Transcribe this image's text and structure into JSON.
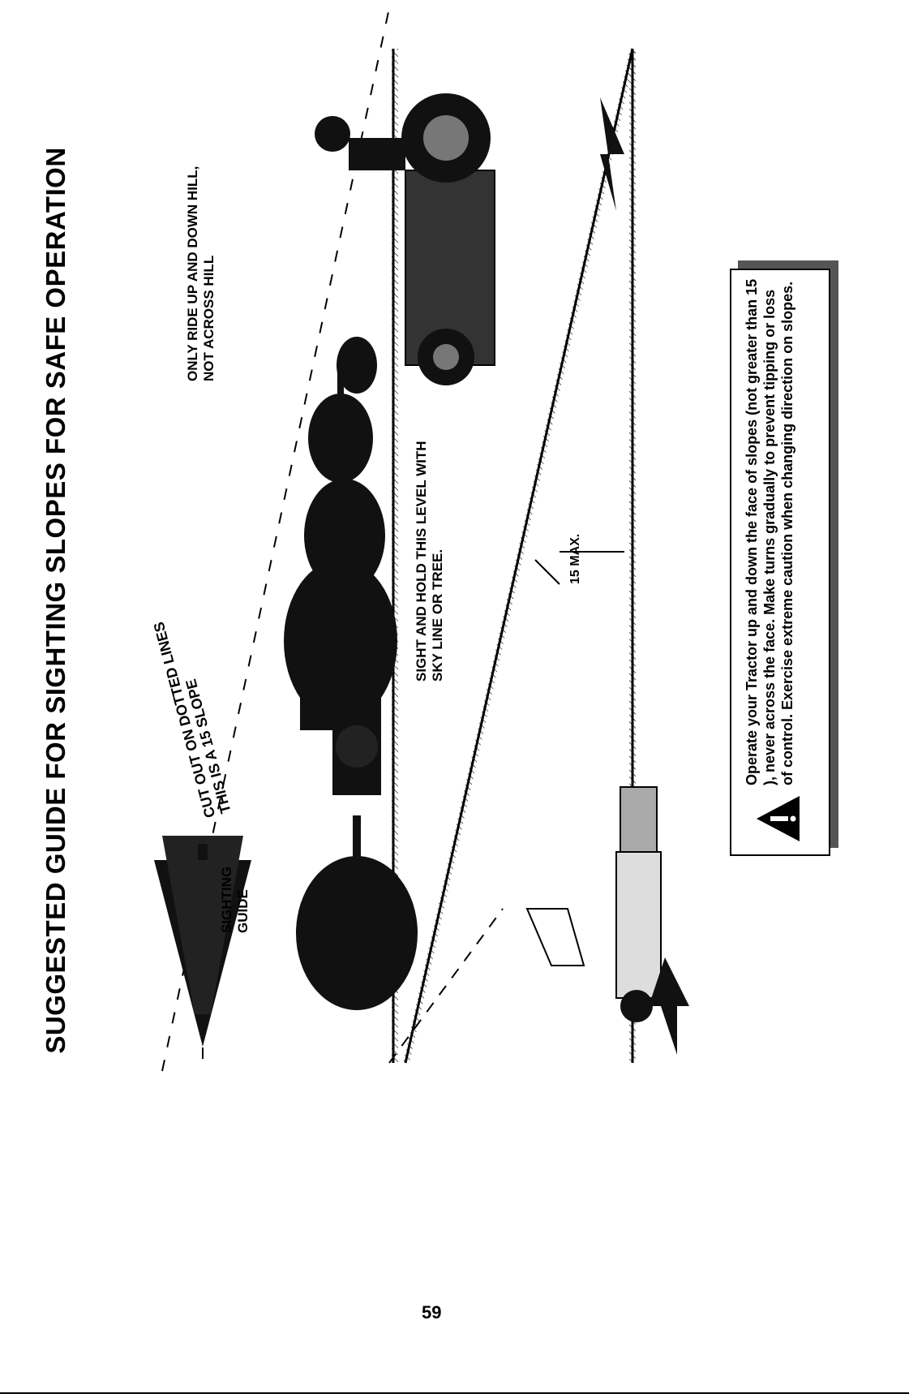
{
  "title": "SUGGESTED GUIDE FOR SIGHTING SLOPES FOR SAFE OPERATION",
  "labels": {
    "sighting_guide": "SIGHTING\nGUIDE",
    "cut_out": "CUT OUT ON DOTTED LINES\nTHIS IS A 15 SLOPE",
    "ride": "ONLY RIDE UP AND DOWN HILL,\nNOT ACROSS HILL",
    "hold": "SIGHT AND HOLD THIS LEVEL WITH\nSKY LINE OR TREE.",
    "max": "15 MAX."
  },
  "warning": {
    "text": "Operate your Tractor up and down the face of slopes (not greater than 15 ), never across the face. Make turns gradually to prevent tipping or loss of control. Exercise extreme caution when changing direction on slopes."
  },
  "page_number": "59",
  "icons": {
    "warning": "warning-triangle-icon",
    "tree": "tree-icon",
    "tractor": "riding-tractor-icon",
    "person": "person-icon",
    "arrow": "direction-arrow-icon"
  }
}
